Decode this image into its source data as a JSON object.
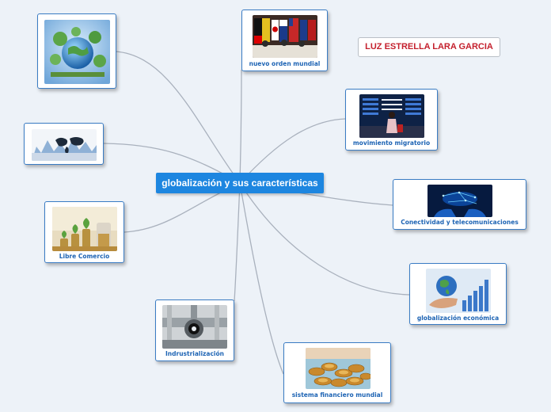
{
  "central_topic": "globalización y sus características",
  "author_label": "LUZ ESTRELLA LARA GARCIA",
  "nodes": [
    {
      "id": "globe",
      "label": ""
    },
    {
      "id": "nuevo-orden",
      "label": "nuevo orden mundial"
    },
    {
      "id": "city-map",
      "label": ""
    },
    {
      "id": "migratorio",
      "label": "movimiento migratorio"
    },
    {
      "id": "conectividad",
      "label": "Conectividad y telecomunicaciones"
    },
    {
      "id": "libre-comercio",
      "label": "Libre Comercio"
    },
    {
      "id": "economica",
      "label": "globalización económica"
    },
    {
      "id": "industrializacion",
      "label": "Indrustrialización"
    },
    {
      "id": "financiero",
      "label": "sistema financiero mundial"
    }
  ],
  "colors": {
    "background": "#edf2f8",
    "central_fill": "#1d86e0",
    "node_border": "#3a7cc4",
    "node_text": "#1e64b4",
    "author_text": "#c4202d",
    "connector": "#a9b1bd"
  }
}
